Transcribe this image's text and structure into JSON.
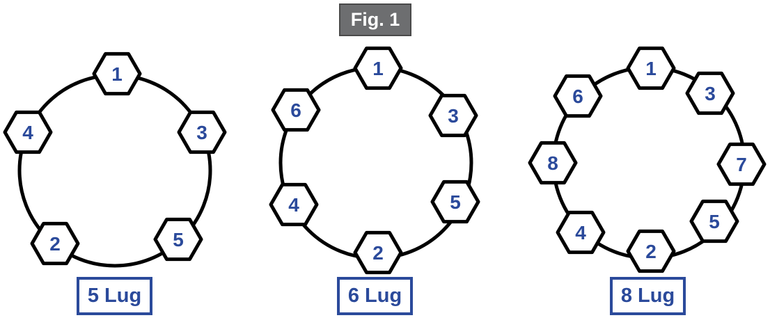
{
  "figure": {
    "title": "Fig. 1"
  },
  "patterns": [
    {
      "label": "5 Lug",
      "nuts": [
        "1",
        "4",
        "3",
        "2",
        "5"
      ]
    },
    {
      "label": "6 Lug",
      "nuts": [
        "1",
        "6",
        "3",
        "4",
        "5",
        "2"
      ]
    },
    {
      "label": "8 Lug",
      "nuts": [
        "1",
        "6",
        "3",
        "8",
        "7",
        "4",
        "5",
        "2"
      ]
    }
  ],
  "colors": {
    "nut_number": "#2b4a9b",
    "ring": "#000000",
    "label_border": "#2b4a9b",
    "fig_bg": "#6d6e70"
  }
}
